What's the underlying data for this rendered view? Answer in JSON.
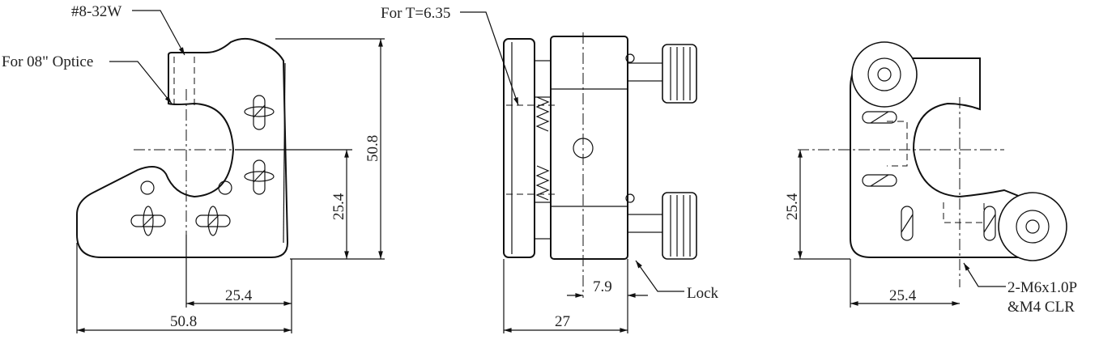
{
  "drawing": {
    "front_view": {
      "callouts": {
        "thread": "#8-32W",
        "optic": "For 08\" Optice"
      },
      "dimensions": {
        "height_total": "50.8",
        "height_center": "25.4",
        "width_center": "25.4",
        "width_total": "50.8"
      }
    },
    "side_view": {
      "callouts": {
        "thickness": "For T=6.35",
        "lock": "Lock"
      },
      "dimensions": {
        "offset": "7.9",
        "depth": "27"
      }
    },
    "rear_view": {
      "callouts": {
        "mount_line1": "2-M6x1.0P",
        "mount_line2": "&M4 CLR"
      },
      "dimensions": {
        "height_center": "25.4",
        "width_center": "25.4"
      }
    }
  }
}
